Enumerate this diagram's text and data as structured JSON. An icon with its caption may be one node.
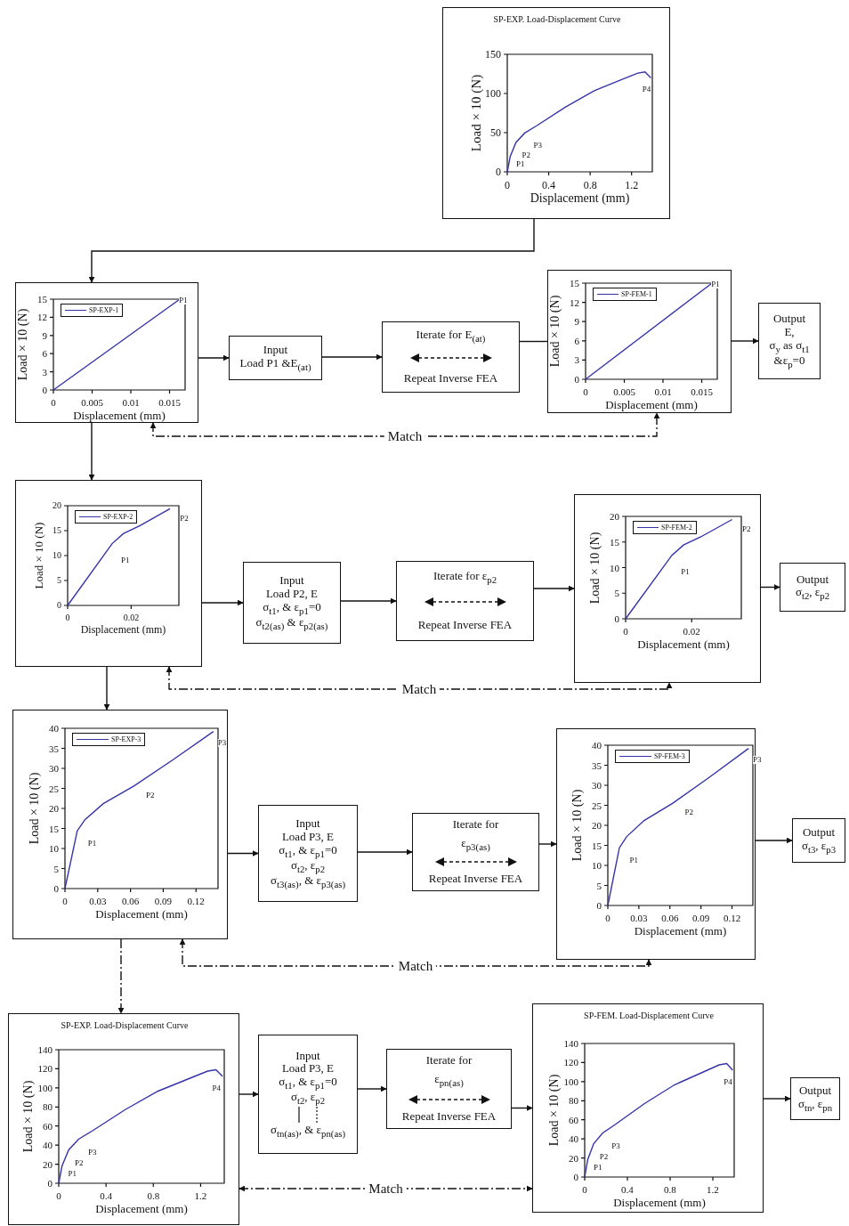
{
  "diagram": {
    "nodes": [
      {
        "text": [
          "SP-EXP. Load-Displacement Curve",
          "Load × 10 (N)",
          "Displacement (mm)",
          "0",
          "0.4",
          "0.8",
          "1.2",
          "150",
          "100",
          "50",
          "0",
          "P1",
          "P2",
          "P3",
          "P4"
        ]
      },
      {
        "text": [
          "Load × 10 (N)",
          "Displacement (mm)",
          "0",
          "0.005",
          "0.01",
          "0.015",
          "15",
          "12",
          "9",
          "6",
          "3",
          "0",
          "P1"
        ]
      },
      {
        "text": [
          "Input",
          "Load P1 &E$_{(at)}$"
        ]
      },
      {
        "text": [
          "Iterate for E$_{(at)}$",
          "Repeat Inverse FEA"
        ]
      },
      {
        "text": [
          "Load × 10 (N)",
          "Displacement (mm)",
          "0",
          "0.005",
          "0.01",
          "0.015",
          "15",
          "12",
          "9",
          "6",
          "3",
          "0",
          "P1"
        ]
      },
      {
        "text": [
          "Output",
          "E,",
          "σ$_{y}$ as σ$_{t1}$",
          "&ε$_{p}$=0"
        ]
      },
      {
        "text": [
          "Load × 10 (N)",
          "Displacement (mm)",
          "0",
          "0.02",
          "20",
          "15",
          "10",
          "5",
          "0",
          "P1",
          "P2"
        ]
      },
      {
        "text": [
          "Input",
          "Load P2, E",
          "σ$_{t1}$, & ε$_{p1}$=0",
          "σ$_{t2(as)}$ & ε$_{p2(as)}$"
        ]
      },
      {
        "text": [
          "Iterate for ε$_{p2}$",
          "Repeat Inverse FEA"
        ]
      },
      {
        "text": [
          "Load × 10 (N)",
          "Displacement (mm)",
          "0",
          "0.02",
          "20",
          "15",
          "10",
          "5",
          "0",
          "P1",
          "P2"
        ]
      },
      {
        "text": [
          "Output",
          "σ$_{t2}$, ε$_{p2}$"
        ]
      },
      {
        "text": [
          "Load × 10 (N)",
          "Displacement (mm)",
          "0",
          "0.03",
          "0.06",
          "0.09",
          "0.12",
          "40",
          "35",
          "30",
          "25",
          "20",
          "15",
          "10",
          "5",
          "0",
          "P1",
          "P2",
          "P3"
        ]
      },
      {
        "text": [
          "Input",
          "Load P3, E",
          "σ$_{t1}$, & ε$_{p1}$=0",
          "σ$_{t2}$, ε$_{p2}$",
          "σ$_{t3(as)}$, & ε$_{p3(as)}$"
        ]
      },
      {
        "text": [
          "Iterate for",
          "ε$_{p3(as)}$",
          "Repeat Inverse FEA"
        ]
      },
      {
        "text": [
          "Load × 10 (N)",
          "Displacement (mm)",
          "0",
          "0.03",
          "0.06",
          "0.09",
          "0.12",
          "40",
          "35",
          "30",
          "25",
          "20",
          "15",
          "10",
          "5",
          "0",
          "P1",
          "P2",
          "P3"
        ]
      },
      {
        "text": [
          "Output",
          "σ$_{t3}$, ε$_{p3}$"
        ]
      },
      {
        "text": [
          "SP-EXP. Load-Displacement Curve",
          "Load × 10 (N)",
          "Displacement (mm)",
          "0",
          "0.4",
          "0.8",
          "1.2",
          "140",
          "120",
          "100",
          "80",
          "60",
          "40",
          "20",
          "0",
          "P1",
          "P2",
          "P3",
          "P4"
        ]
      },
      {
        "text": [
          "Input",
          "Load P3, E",
          "σ$_{t1}$, & ε$_{p1}$=0",
          "σ$_{t2}$, ε$_{p2}$",
          "σ$_{tn(as)}$, & ε$_{pn(as)}$"
        ]
      },
      {
        "text": [
          "Iterate for",
          "ε$_{pn(as)}$",
          "Repeat Inverse FEA"
        ]
      },
      {
        "text": [
          "SP-FEM. Load-Displacement Curve",
          "Load × 10 (N)",
          "Displacement (mm)",
          "0",
          "0.4",
          "0.8",
          "1.2",
          "140",
          "120",
          "100",
          "80",
          "60",
          "40",
          "20",
          "0",
          "P1",
          "P2",
          "P3",
          "P4"
        ]
      },
      {
        "text": [
          "Output",
          "σ$_{tn}$, ε$_{pn}$"
        ]
      }
    ],
    "edges": [
      {
        "from": 0,
        "to": 1,
        "arrow": "to"
      },
      {
        "from": 1,
        "to": 2,
        "arrow": "to"
      },
      {
        "from": 2,
        "to": 3,
        "arrow": "to"
      },
      {
        "from": 3,
        "to": 4,
        "arrow": "none"
      },
      {
        "from": 4,
        "to": 5,
        "arrow": "to"
      },
      {
        "from": 1,
        "to": 4,
        "arrow": "both",
        "label": "Match",
        "style": "dashed"
      },
      {
        "from": 1,
        "to": 6,
        "arrow": "to"
      },
      {
        "from": 6,
        "to": 7,
        "arrow": "to"
      },
      {
        "from": 7,
        "to": 8,
        "arrow": "to"
      },
      {
        "from": 8,
        "to": 9,
        "arrow": "to"
      },
      {
        "from": 9,
        "to": 10,
        "arrow": "to"
      },
      {
        "from": 6,
        "to": 9,
        "arrow": "both",
        "label": "Match",
        "style": "dashed"
      },
      {
        "from": 6,
        "to": 11,
        "arrow": "to"
      },
      {
        "from": 11,
        "to": 12,
        "arrow": "to"
      },
      {
        "from": 12,
        "to": 13,
        "arrow": "to"
      },
      {
        "from": 13,
        "to": 14,
        "arrow": "to"
      },
      {
        "from": 14,
        "to": 15,
        "arrow": "to"
      },
      {
        "from": 11,
        "to": 14,
        "arrow": "both",
        "label": "Match",
        "style": "dashed"
      },
      {
        "from": 11,
        "to": 16,
        "arrow": "to",
        "style": "dashed"
      },
      {
        "from": 16,
        "to": 17,
        "arrow": "to"
      },
      {
        "from": 17,
        "to": 18,
        "arrow": "to"
      },
      {
        "from": 18,
        "to": 19,
        "arrow": "to"
      },
      {
        "from": 19,
        "to": 20,
        "arrow": "to"
      },
      {
        "from": 16,
        "to": 19,
        "arrow": "both",
        "label": "Match",
        "style": "dashed"
      }
    ],
    "legend": [
      {
        "text": "SP-EXP-1"
      },
      {
        "text": "SP-FEM-1"
      },
      {
        "text": "SP-EXP-2"
      },
      {
        "text": "SP-FEM-2"
      },
      {
        "text": "SP-EXP-3"
      },
      {
        "text": "SP-FEM-3"
      }
    ]
  }
}
